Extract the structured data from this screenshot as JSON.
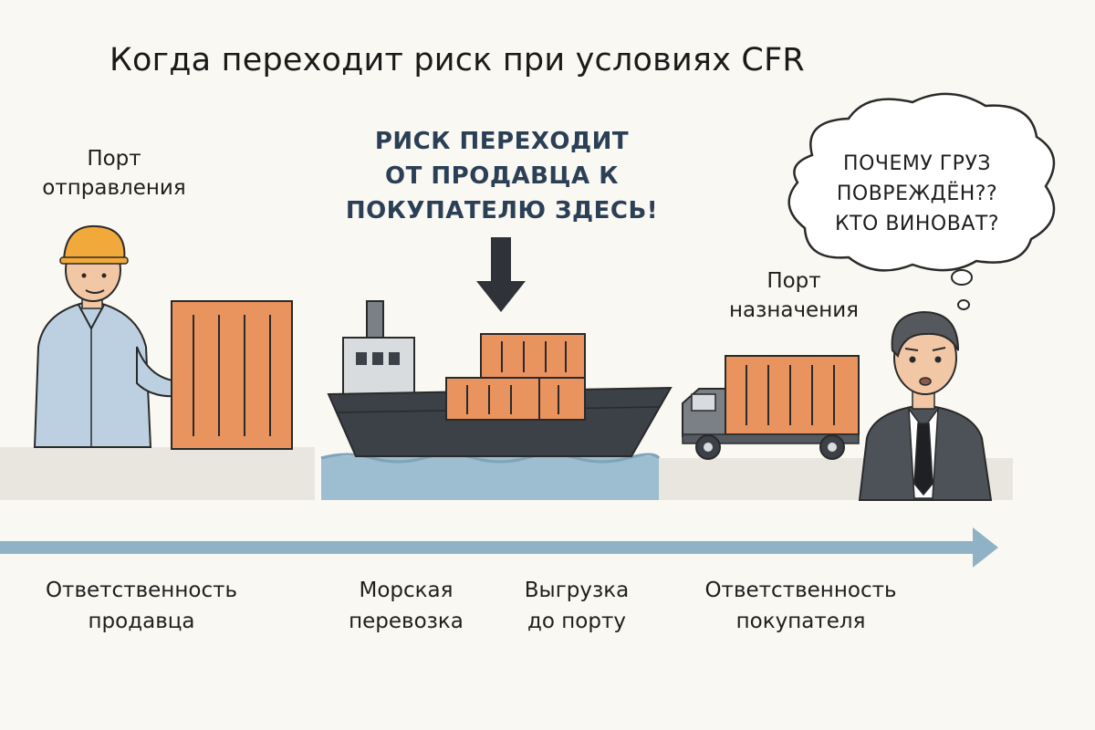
{
  "title": "Когда переходит риск при условиях CFR",
  "origin_port": {
    "line1": "Порт",
    "line2": "отправления"
  },
  "destination_port": {
    "line1": "Порт",
    "line2": "назначения"
  },
  "risk_callout": {
    "line1": "РИСК ПЕРЕХОДИТ",
    "line2": "ОТ ПРОДАВЦА К",
    "line3": "ПОКУПАТЕЛЮ ЗДЕСЬ!"
  },
  "buyer_thought": {
    "line1": "ПОЧЕМУ ГРУЗ",
    "line2": "ПОВРЕЖДЁН??",
    "line3": "КТО ВИНОВАТ?"
  },
  "timeline": [
    {
      "line1": "Ответственность",
      "line2": "продавца"
    },
    {
      "line1": "Морская",
      "line2": "перевозка"
    },
    {
      "line1": "Выгрузка",
      "line2": "до порту"
    },
    {
      "line1": "Ответственность",
      "line2": "покупателя"
    }
  ],
  "colors": {
    "container": "#e9935e",
    "ship_hull": "#3c4047",
    "water": "#9dbdd0",
    "timeline_arrow": "#8fb2c7",
    "callout_text": "#2b3f56"
  }
}
